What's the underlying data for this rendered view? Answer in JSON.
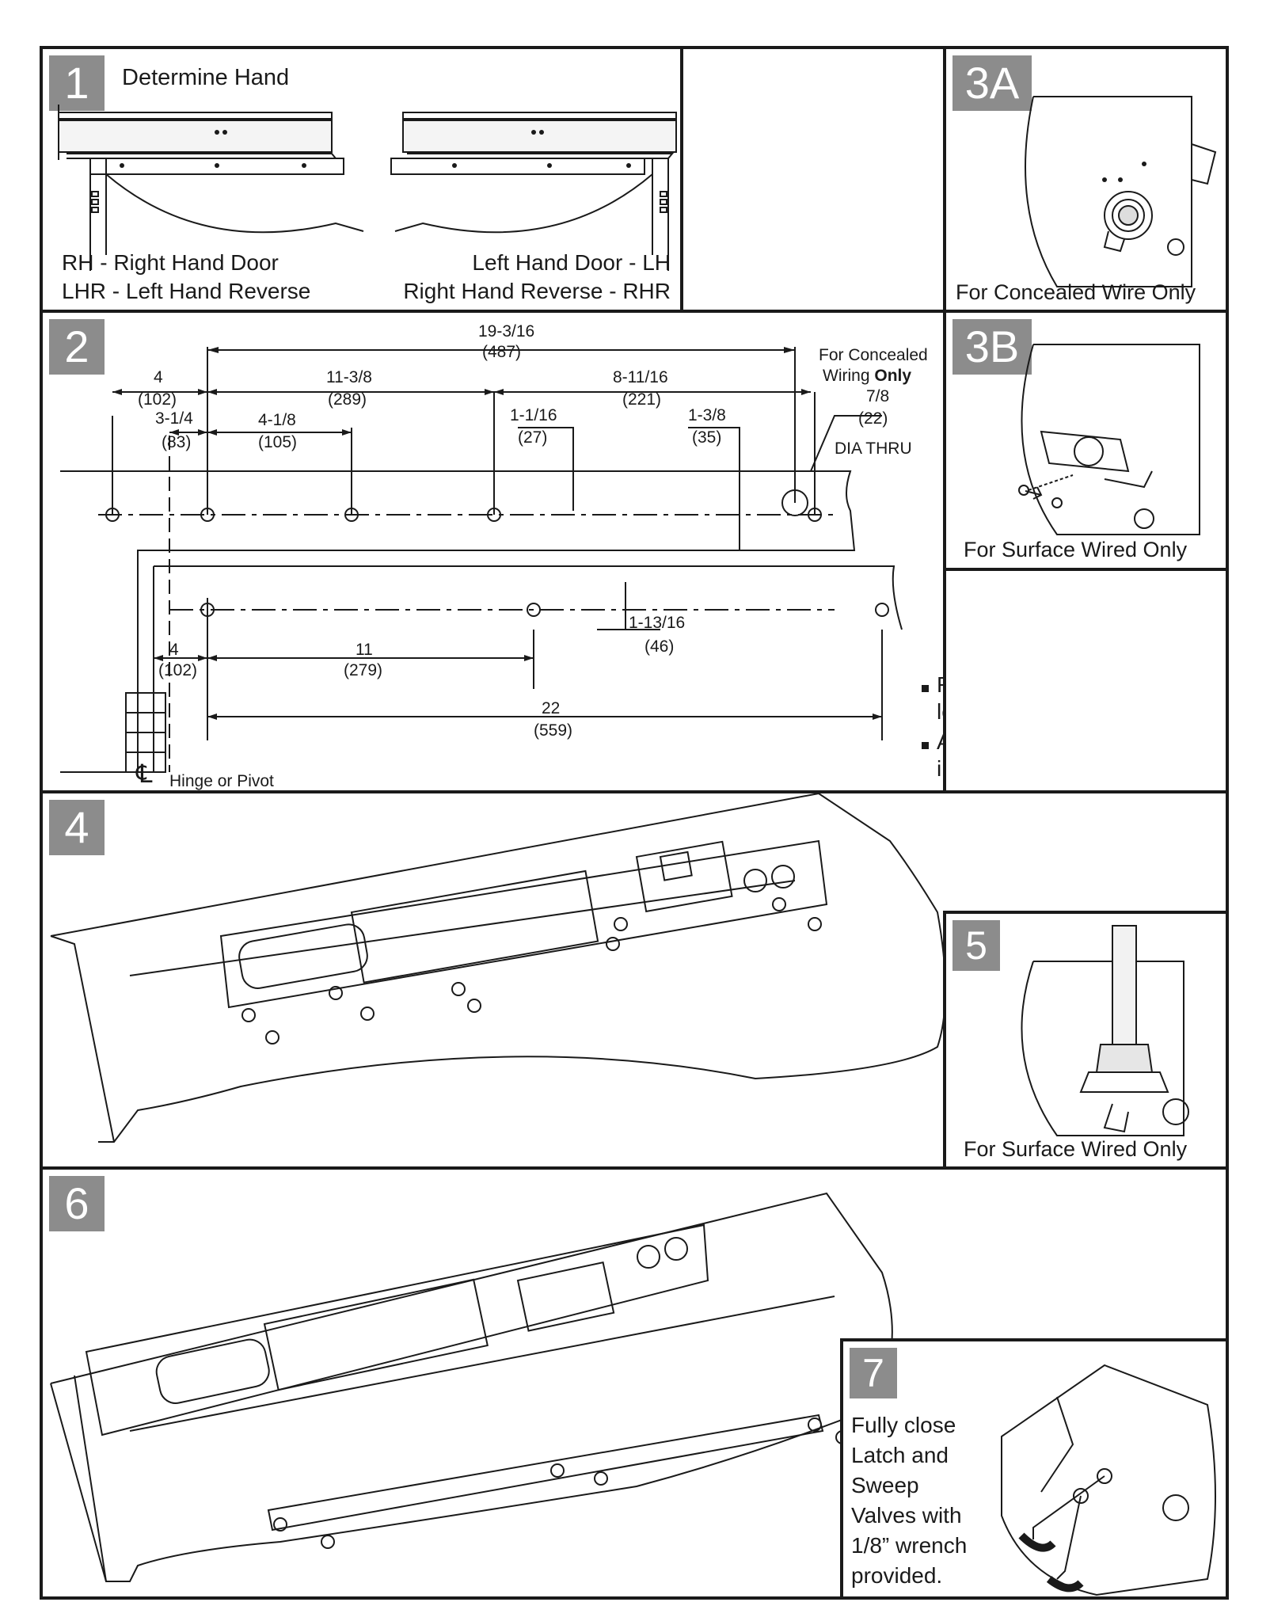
{
  "step1": {
    "number": "1",
    "title": "Determine Hand",
    "rh": "RH - Right Hand Door",
    "lhr": "LHR - Left Hand Reverse",
    "lh": "Left Hand Door - LH",
    "rhr": "Right Hand Reverse - RHR"
  },
  "step2": {
    "number": "2",
    "dims": {
      "d_19_3_16": "19-3/16",
      "d_487": "(487)",
      "d_4a": "4",
      "d_102a": "(102)",
      "d_11_3_8": "11-3/8",
      "d_289": "(289)",
      "d_8_11_16": "8-11/16",
      "d_221": "(221)",
      "d_3_1_4": "3-1/4",
      "d_83": "(83)",
      "d_4_1_8": "4-1/8",
      "d_105": "(105)",
      "d_1_1_16": "1-1/16",
      "d_27": "(27)",
      "d_1_3_8": "1-3/8",
      "d_35": "(35)",
      "d_7_8": "7/8",
      "d_22": "(22)",
      "d_1_13_16": "1-13/16",
      "d_46": "(46)",
      "d_4b": "4",
      "d_102b": "(102)",
      "d_11": "11",
      "d_279": "(279)",
      "d_22in": "22",
      "d_559": "(559)"
    },
    "concealed_line1": "For Concealed",
    "concealed_line2": "Wiring",
    "concealed_only": "Only",
    "dia_thru": "DIA THRU",
    "hinge_symbol": "℄",
    "hinge": "Hinge or Pivot",
    "note1_line1": "Right hand door shown,",
    "note1_line2": "left hand opposite.",
    "note2_line1": "All dimensions shown in",
    "note2_line2": "inches (mm)."
  },
  "step3a": {
    "number": "3A",
    "caption": "For Concealed Wire Only"
  },
  "step3b": {
    "number": "3B",
    "caption": "For Surface Wired Only"
  },
  "step4": {
    "number": "4"
  },
  "step5": {
    "number": "5",
    "caption": "For Surface Wired Only"
  },
  "step6": {
    "number": "6"
  },
  "step7": {
    "number": "7",
    "line1": "Fully close",
    "line2": "Latch and",
    "line3": "Sweep",
    "line4": "Valves with",
    "line5": "1/8” wrench",
    "line6": "provided."
  },
  "colors": {
    "step_badge": "#8c8c8c",
    "line": "#1a1a1a"
  }
}
